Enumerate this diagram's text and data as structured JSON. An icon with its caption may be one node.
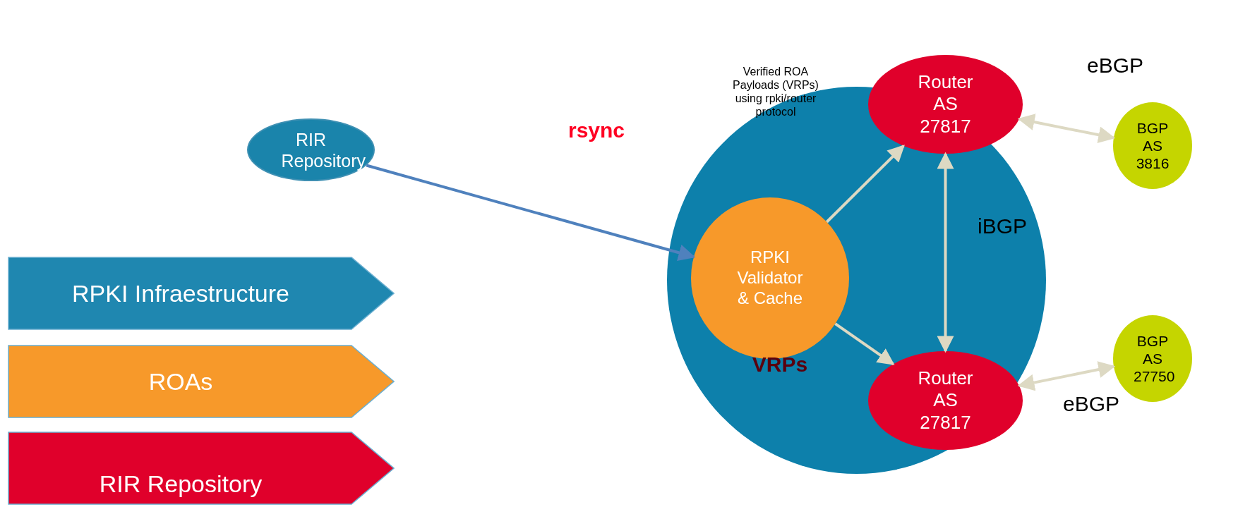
{
  "diagram": {
    "nodes": [
      {
        "text": [],
        "shape": "circle"
      },
      {
        "text": [
          "RIR Repository"
        ]
      },
      {
        "text": [
          "RPKI Validator & Cache"
        ],
        "in": 0
      },
      {
        "text": [
          "Router AS 27817"
        ]
      },
      {
        "text": [
          "Router AS 27817"
        ],
        "in": 0
      },
      {
        "text": [
          "BGP AS 3816"
        ]
      },
      {
        "text": [
          "BGP AS 27750"
        ]
      }
    ],
    "edges": [
      {
        "from": 1,
        "to": 2,
        "arrow": "to",
        "color": "#4f81bd"
      },
      {
        "from": 2,
        "to": 3,
        "arrow": "to"
      },
      {
        "from": 2,
        "to": 4,
        "arrow": "to"
      },
      {
        "from": 3,
        "to": 4,
        "arrow": "both"
      },
      {
        "from": 3,
        "to": 5,
        "arrow": "both"
      },
      {
        "from": 4,
        "to": 6,
        "arrow": "both"
      }
    ],
    "labels": [
      "eBGP",
      "Verified ROA Payloads (VRPs) using rpki/router protocol",
      "rsync",
      "iBGP",
      "VRPs",
      "eBGP"
    ],
    "legend": [
      {
        "text": "RPKI Infraestructure",
        "color": "#1f87b0"
      },
      {
        "text": "ROAs",
        "color": "#f7992a"
      },
      {
        "text": "RIR Repository",
        "color": "#e0002b"
      }
    ]
  }
}
